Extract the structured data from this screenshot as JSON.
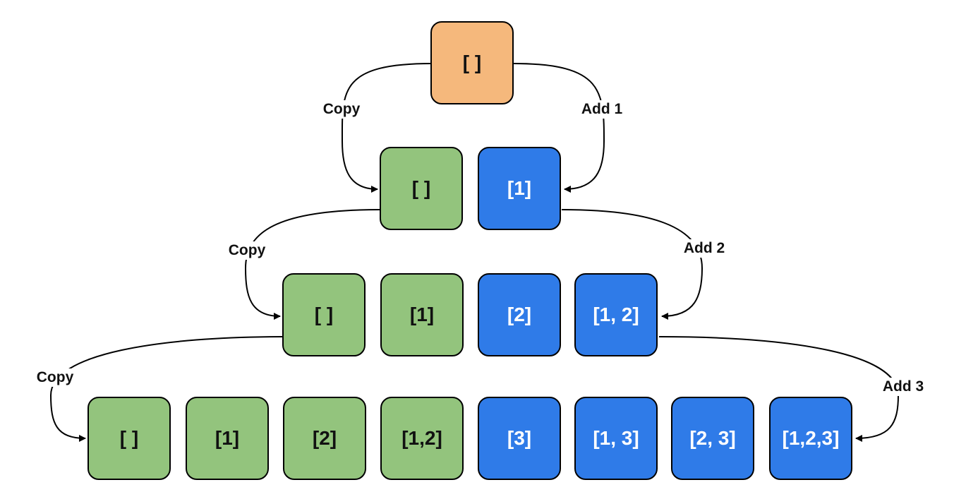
{
  "nodes": {
    "root": "[ ]",
    "l1": [
      "[ ]",
      "[1]"
    ],
    "l2": [
      "[ ]",
      "[1]",
      "[2]",
      "[1, 2]"
    ],
    "l3": [
      "[ ]",
      "[1]",
      "[2]",
      "[1,2]",
      "[3]",
      "[1, 3]",
      "[2, 3]",
      "[1,2,3]"
    ]
  },
  "edge_labels": {
    "copy": "Copy",
    "add1": "Add 1",
    "add2": "Add 2",
    "add3": "Add 3"
  },
  "colors": {
    "root": "#f5b87c",
    "copy_subset": "#93c47d",
    "added_subset": "#2f7be8",
    "border": "#000000"
  }
}
